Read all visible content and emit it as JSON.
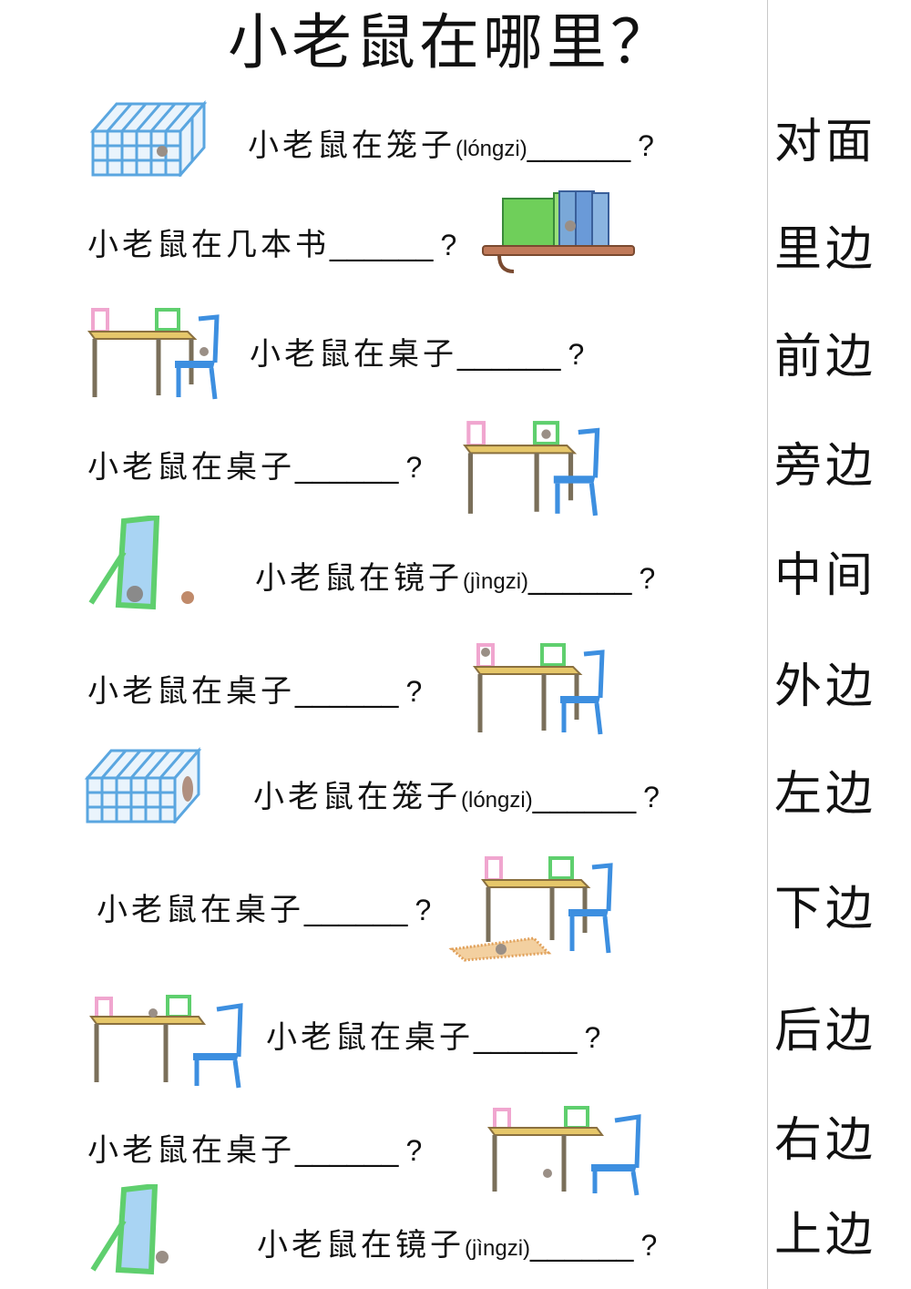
{
  "title": "小老鼠在哪里？",
  "sentences": [
    {
      "text": "小老鼠在笼子",
      "pinyin": "(lóngzi)",
      "blank": "______",
      "q": "?"
    },
    {
      "text": "小老鼠在几本书",
      "pinyin": "",
      "blank": "______",
      "q": "?"
    },
    {
      "text": "小老鼠在桌子",
      "pinyin": "",
      "blank": "______",
      "q": "?"
    },
    {
      "text": "小老鼠在桌子",
      "pinyin": "",
      "blank": "______",
      "q": "?"
    },
    {
      "text": "小老鼠在镜子",
      "pinyin": "(jìngzi)",
      "blank": "______",
      "q": "?"
    },
    {
      "text": "小老鼠在桌子",
      "pinyin": "",
      "blank": "______",
      "q": "?"
    },
    {
      "text": "小老鼠在笼子",
      "pinyin": "(lóngzi)",
      "blank": "______",
      "q": "?"
    },
    {
      "text": "小老鼠在桌子",
      "pinyin": "",
      "blank": "______",
      "q": "?"
    },
    {
      "text": "小老鼠在桌子",
      "pinyin": "",
      "blank": "______",
      "q": "?"
    },
    {
      "text": "小老鼠在桌子",
      "pinyin": "",
      "blank": "______",
      "q": "?"
    },
    {
      "text": "小老鼠在镜子",
      "pinyin": "(jìngzi)",
      "blank": "______",
      "q": "?"
    }
  ],
  "word_bank": [
    "对面",
    "里边",
    "前边",
    "旁边",
    "中间",
    "外边",
    "左边",
    "下边",
    "后边",
    "右边",
    "上边"
  ],
  "colors": {
    "cage": "#5aa6e0",
    "table_top": "#e6c76a",
    "table_leg": "#7a6f5a",
    "chair_pink": "#f0a6cf",
    "chair_green": "#5fcf6e",
    "chair_blue": "#3d8fe0",
    "mirror_frame": "#5fcf6e",
    "mirror_glass": "#a9d4f3",
    "book_green": "#6fcf5a",
    "book_blue": "#6a9ad8",
    "shelf": "#c07a5a",
    "mouse": "#9a8f86",
    "rug": "#e0a05a"
  },
  "icons": {
    "cage": "cage-icon",
    "books": "books-on-shelf-icon",
    "table": "table-with-chairs-icon",
    "mirror": "mirror-icon",
    "mouse": "mouse-icon",
    "rug": "rug-icon"
  }
}
